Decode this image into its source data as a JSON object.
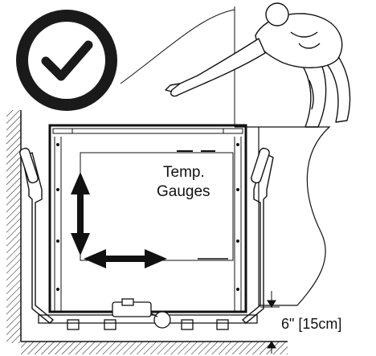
{
  "labels": {
    "temp_line1": "Temp.",
    "temp_line2": "Gauges",
    "clearance": "6\" [15cm]"
  },
  "icons": {
    "approval": "checkmark-circle-icon",
    "person": "human-figure-icon",
    "vertical_arrow": "double-arrow-vertical-icon",
    "horizontal_arrow": "double-arrow-horizontal-icon"
  },
  "colors": {
    "ink": "#111111",
    "badge": "#1a1a1a",
    "background": "#ffffff"
  }
}
